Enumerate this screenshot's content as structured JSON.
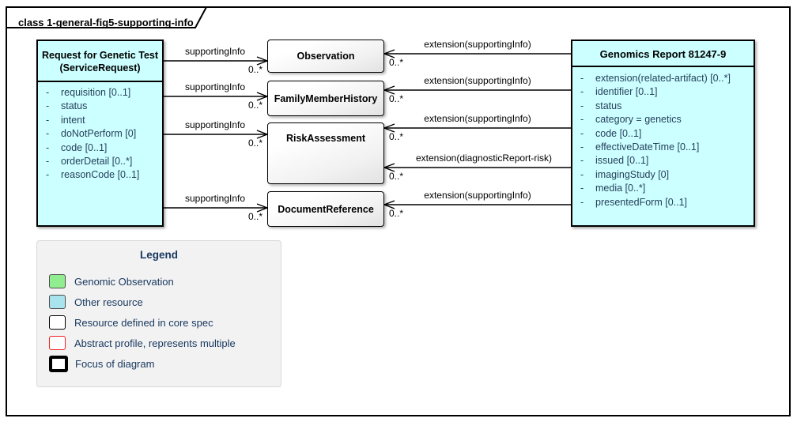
{
  "frame": {
    "tab_title": "class 1-general-fig5-supporting-info"
  },
  "attribute_marker": "-",
  "nodes": {
    "request": {
      "title_line1": "Request for Genetic Test",
      "title_line2": "(ServiceRequest)",
      "attributes": [
        "requisition [0..1]",
        "status",
        "intent",
        "doNotPerform [0]",
        "code [0..1]",
        "orderDetail [0..*]",
        "reasonCode [0..1]"
      ]
    },
    "genomics_report": {
      "title": "Genomics Report 81247-9",
      "attributes": [
        "extension(related-artifact) [0..*]",
        "identifier [0..1]",
        "status",
        "category = genetics",
        "code [0..1]",
        "effectiveDateTime [0..1]",
        "issued [0..1]",
        "imagingStudy [0]",
        "media [0..*]",
        "presentedForm [0..1]"
      ]
    },
    "core_resources": [
      "Observation",
      "FamilyMemberHistory",
      "RiskAssessment",
      "DocumentReference"
    ]
  },
  "connections": [
    {
      "from": "request",
      "to": "Observation",
      "label": "supportingInfo",
      "multiplicity": "0..*"
    },
    {
      "from": "request",
      "to": "FamilyMemberHistory",
      "label": "supportingInfo",
      "multiplicity": "0..*"
    },
    {
      "from": "request",
      "to": "RiskAssessment",
      "label": "supportingInfo",
      "multiplicity": "0..*"
    },
    {
      "from": "request",
      "to": "DocumentReference",
      "label": "supportingInfo",
      "multiplicity": "0..*"
    },
    {
      "from": "genomics_report",
      "to": "Observation",
      "label": "extension(supportingInfo)",
      "multiplicity": "0..*"
    },
    {
      "from": "genomics_report",
      "to": "FamilyMemberHistory",
      "label": "extension(supportingInfo)",
      "multiplicity": "0..*"
    },
    {
      "from": "genomics_report",
      "to": "RiskAssessment",
      "label": "extension(supportingInfo)",
      "multiplicity": "0..*"
    },
    {
      "from": "genomics_report",
      "to": "RiskAssessment",
      "label": "extension(diagnosticReport-risk)",
      "multiplicity": "0..*"
    },
    {
      "from": "genomics_report",
      "to": "DocumentReference",
      "label": "extension(supportingInfo)",
      "multiplicity": "0..*"
    }
  ],
  "legend": {
    "title": "Legend",
    "items": [
      {
        "label": "Genomic Observation",
        "swatch": "genomic-observation"
      },
      {
        "label": "Other resource",
        "swatch": "other-resource"
      },
      {
        "label": "Resource defined in core spec",
        "swatch": "core-spec"
      },
      {
        "label": "Abstract profile, represents multiple",
        "swatch": "abstract-profile"
      },
      {
        "label": "Focus of diagram",
        "swatch": "focus"
      }
    ]
  },
  "colors": {
    "resource_fill": "#CCFFFF",
    "genomic_observation_green": "#90EE90",
    "other_resource_cyan": "#A9E4EE",
    "abstract_profile_red": "#F02020",
    "legend_text": "#17375E",
    "attribute_text": "#26405C"
  }
}
